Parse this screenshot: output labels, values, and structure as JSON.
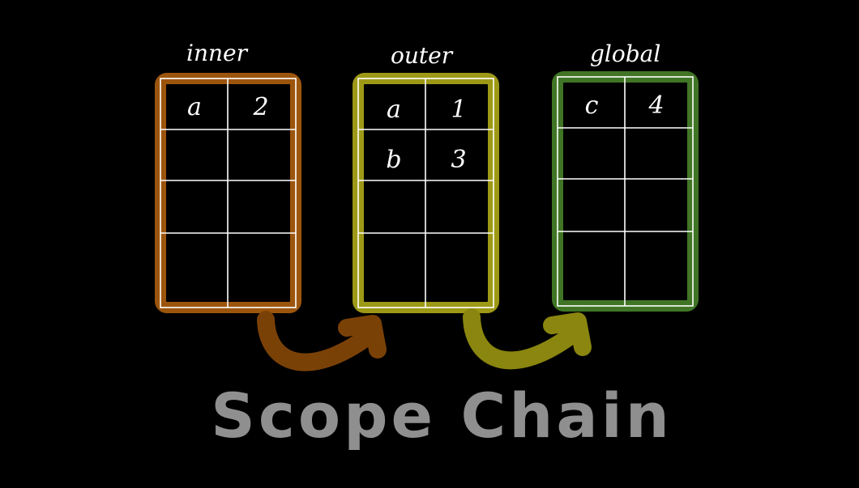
{
  "title": "Scope Chain",
  "colors": {
    "background": "#000000",
    "inner": "#b7640f",
    "outer": "#b9b41a",
    "global": "#4b8a2c",
    "arrow_inner_outer": "#7a4107",
    "arrow_outer_global": "#8a860f",
    "grid": "#ffffff",
    "caption": "#8f8f8f"
  },
  "scopes": [
    {
      "id": "inner",
      "label": "inner",
      "rows": [
        [
          "a",
          "2"
        ],
        [
          "",
          ""
        ],
        [
          "",
          ""
        ],
        [
          "",
          ""
        ]
      ]
    },
    {
      "id": "outer",
      "label": "outer",
      "rows": [
        [
          "a",
          "1"
        ],
        [
          "b",
          "3"
        ],
        [
          "",
          ""
        ],
        [
          "",
          ""
        ]
      ]
    },
    {
      "id": "global",
      "label": "global",
      "rows": [
        [
          "c",
          "4"
        ],
        [
          "",
          ""
        ],
        [
          "",
          ""
        ],
        [
          "",
          ""
        ]
      ]
    }
  ]
}
